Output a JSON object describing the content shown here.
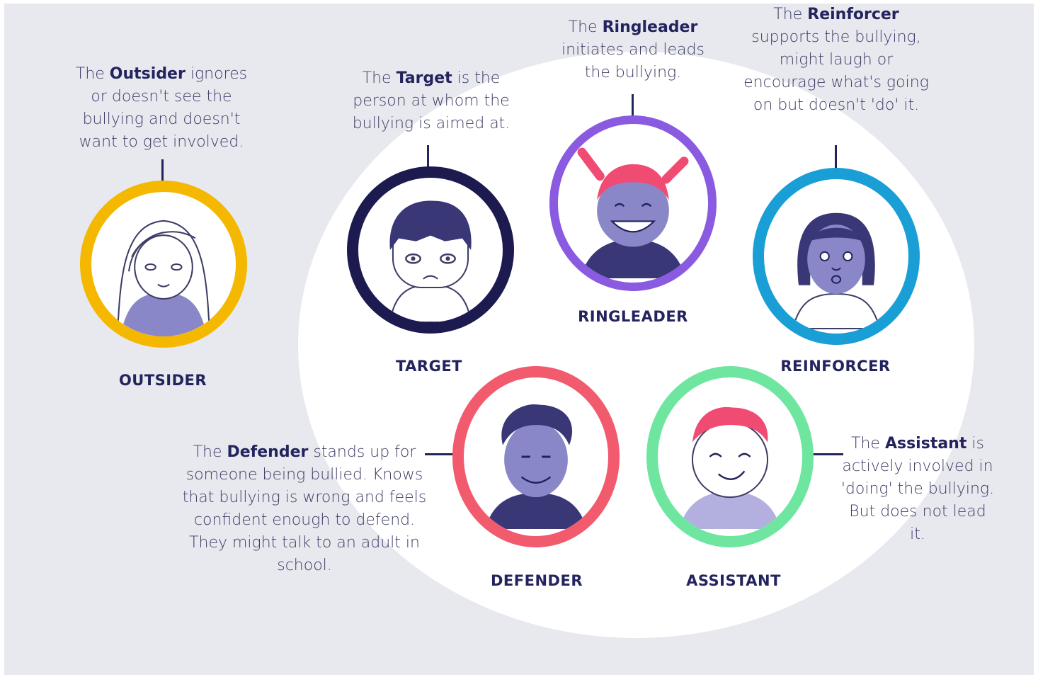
{
  "roles": {
    "outsider": {
      "label": "OUTSIDER",
      "desc_pre": "The ",
      "desc_name": "Outsider",
      "desc_post": " ignores or doesn't see the bullying and doesn't want to get involved.",
      "ring_color": "#f5b800"
    },
    "target": {
      "label": "TARGET",
      "desc_pre": "The ",
      "desc_name": "Target",
      "desc_post": " is the person at whom the bullying is aimed at.",
      "ring_color": "#1c1a4f"
    },
    "ringleader": {
      "label": "RINGLEADER",
      "desc_pre": "The ",
      "desc_name": "Ringleader",
      "desc_post": " initiates and leads the bullying.",
      "ring_color": "#8a5ae0"
    },
    "reinforcer": {
      "label": "REINFORCER",
      "desc_pre": "The ",
      "desc_name": "Reinforcer",
      "desc_post": " supports the bullying, might laugh or encourage what's going on but doesn't 'do' it.",
      "ring_color": "#1a9ed6"
    },
    "defender": {
      "label": "DEFENDER",
      "desc_pre": "The ",
      "desc_name": "Defender",
      "desc_post": " stands up for someone being bullied. Knows that bullying is wrong and feels confident enough to defend. They might talk to an adult in school.",
      "ring_color": "#f25a6e"
    },
    "assistant": {
      "label": "ASSISTANT",
      "desc_pre": "The ",
      "desc_name": "Assistant",
      "desc_post": " is actively involved in 'doing' the bullying. But does not lead it.",
      "ring_color": "#6ee6a0"
    }
  },
  "colors": {
    "background": "#e8e8ef",
    "text_dark": "#23235e",
    "text_body": "#3d3d66",
    "face_fill": "#8a87c8",
    "hair_red": "#ef4b73",
    "shirt_dark": "#3a3777"
  }
}
